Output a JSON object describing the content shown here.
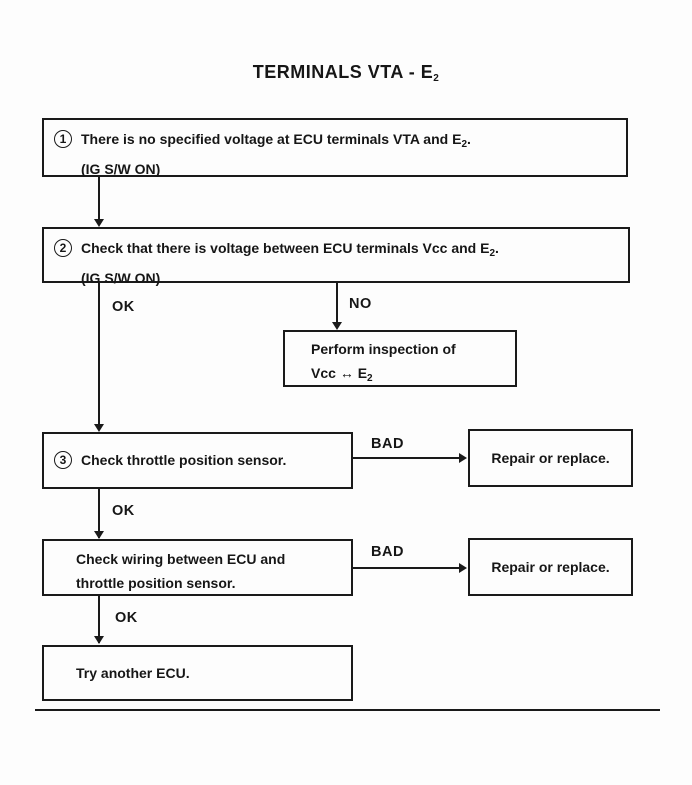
{
  "title": {
    "main": "TERMINALS VTA - E",
    "sub": "2"
  },
  "flow": {
    "step1": {
      "number": "1",
      "line1_pre": "There is no specified voltage at ECU terminals VTA and E",
      "line1_sub": "2",
      "line1_post": ".",
      "line2": "(IG S/W ON)"
    },
    "step2": {
      "number": "2",
      "line1_pre": "Check that there is voltage between ECU terminals Vcc and E",
      "line1_sub": "2",
      "line1_post": ".",
      "line2": "(IG S/W ON)"
    },
    "perform_box": {
      "line1": "Perform inspection of",
      "line2_word": "Vcc",
      "line2_arrow": "↔",
      "line2_terminal": "E",
      "line2_sub": "2"
    },
    "step3": {
      "number": "3",
      "text": "Check throttle position sensor."
    },
    "step4": {
      "line1": "Check wiring between ECU and",
      "line2": "throttle position sensor."
    },
    "step5": {
      "text": "Try another ECU."
    },
    "repair1": {
      "text": "Repair or replace."
    },
    "repair2": {
      "text": "Repair or replace."
    },
    "labels": {
      "ok": "OK",
      "no": "NO",
      "bad": "BAD"
    }
  },
  "colors": {
    "ink": "#1a1a1a",
    "paper": "#fdfdfd"
  }
}
